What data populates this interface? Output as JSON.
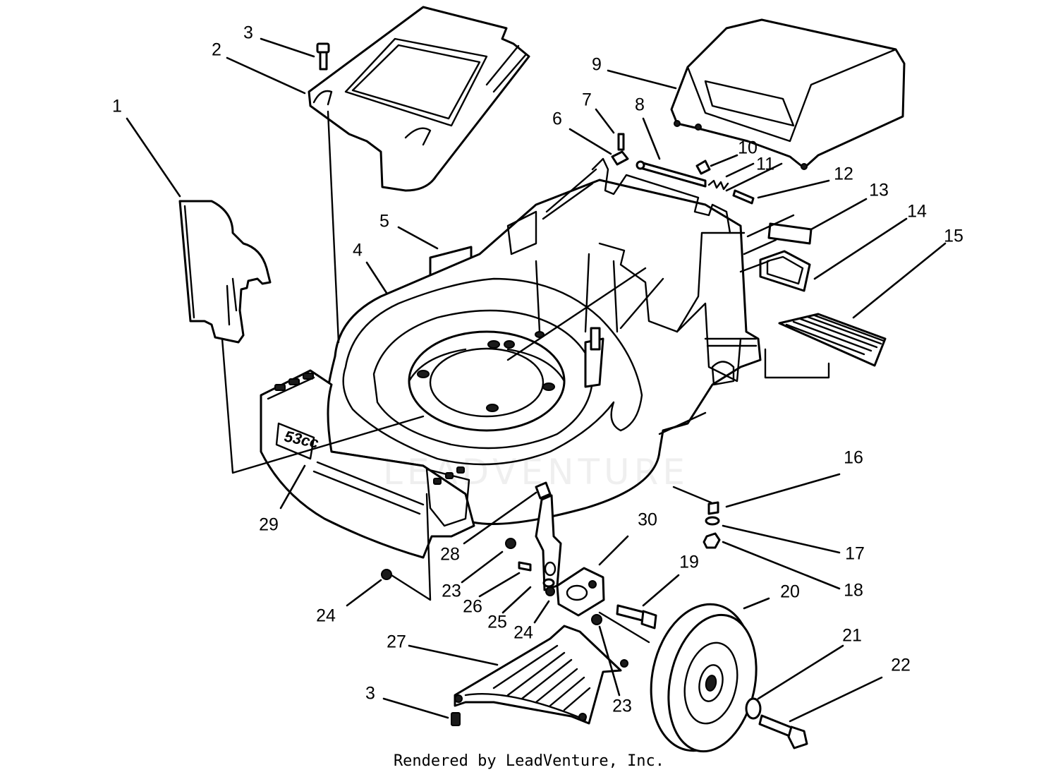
{
  "model_badge": "53cc",
  "watermark": "LEADVENTURE",
  "credit": "Rendered by LeadVenture, Inc.",
  "callouts": {
    "c1": "1",
    "c2": "2",
    "c3_top": "3",
    "c3_bottom": "3",
    "c4": "4",
    "c5": "5",
    "c6": "6",
    "c7": "7",
    "c8": "8",
    "c9": "9",
    "c10": "10",
    "c11": "11",
    "c12": "12",
    "c13": "13",
    "c14": "14",
    "c15": "15",
    "c16": "16",
    "c17": "17",
    "c18": "18",
    "c19": "19",
    "c20": "20",
    "c21": "21",
    "c22": "22",
    "c23_left": "23",
    "c23_bottom": "23",
    "c24_left": "24",
    "c24_mid": "24",
    "c25": "25",
    "c26": "26",
    "c27": "27",
    "c28": "28",
    "c29": "29",
    "c30": "30"
  }
}
